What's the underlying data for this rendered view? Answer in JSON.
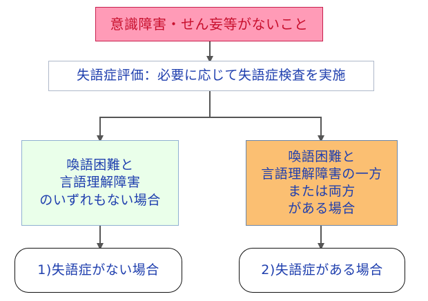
{
  "nodes": {
    "top": "意識障害・せん妄等がないこと",
    "assessment": "失語症評価：必要に応じて失語症検査を実施",
    "left": [
      "喚語困難と",
      "言語理解障害",
      "のいずれもない場合"
    ],
    "right": [
      "喚語困難と",
      "言語理解障害の一方",
      "または両方",
      "がある場合"
    ],
    "result_left": "1)失語症がない場合",
    "result_right": "2)失語症がある場合"
  },
  "colors": {
    "connector": "#555555"
  }
}
